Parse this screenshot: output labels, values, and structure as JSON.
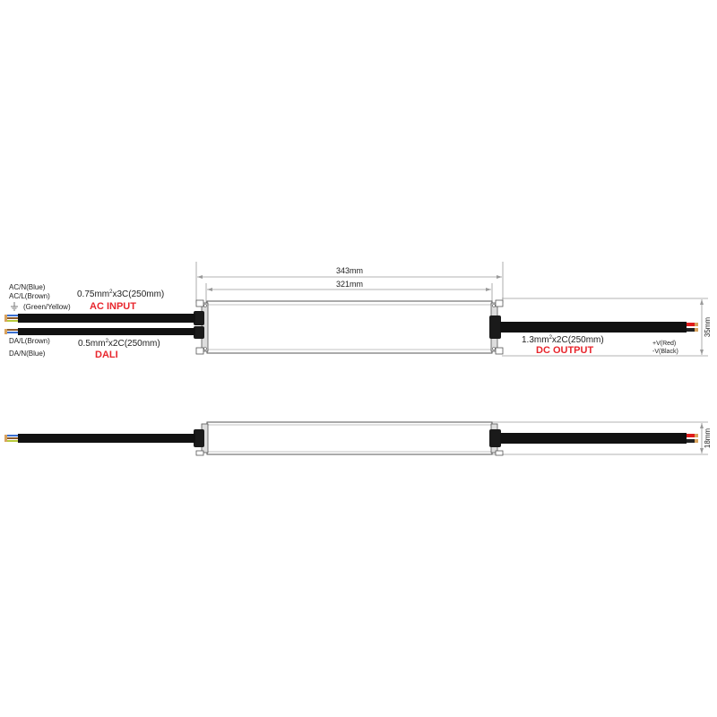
{
  "dimensions": {
    "overall_length": "343mm",
    "body_length": "321mm",
    "width": "35mm",
    "height": "18mm"
  },
  "ac_input": {
    "wire_n": "AC/N(Blue)",
    "wire_l": "AC/L(Brown)",
    "wire_ground": "(Green/Yellow)",
    "cable_prefix": "0.75mm",
    "cable_sup": "2",
    "cable_suffix": "x3C(250mm)",
    "title": "AC INPUT"
  },
  "dali": {
    "wire_l": "DA/L(Brown)",
    "wire_n": "DA/N(Blue)",
    "cable_prefix": "0.5mm",
    "cable_sup": "2",
    "cable_suffix": "x2C(250mm)",
    "title": "DALI"
  },
  "dc_output": {
    "cable_prefix": "1.3mm",
    "cable_sup": "2",
    "cable_suffix": "x2C(250mm)",
    "title": "DC OUTPUT",
    "wire_pos": "+V(Red)",
    "wire_neg": "-V(Black)"
  },
  "colors": {
    "label_red": "#e8262d",
    "cable": "#111111",
    "dim_line": "#9a9a9a",
    "wire_blue": "#3a6fd0",
    "wire_brown": "#8a5a2b",
    "wire_green_yellow": "#b7c93a",
    "wire_red": "#e01b1b",
    "wire_copper": "#d9a35e"
  }
}
